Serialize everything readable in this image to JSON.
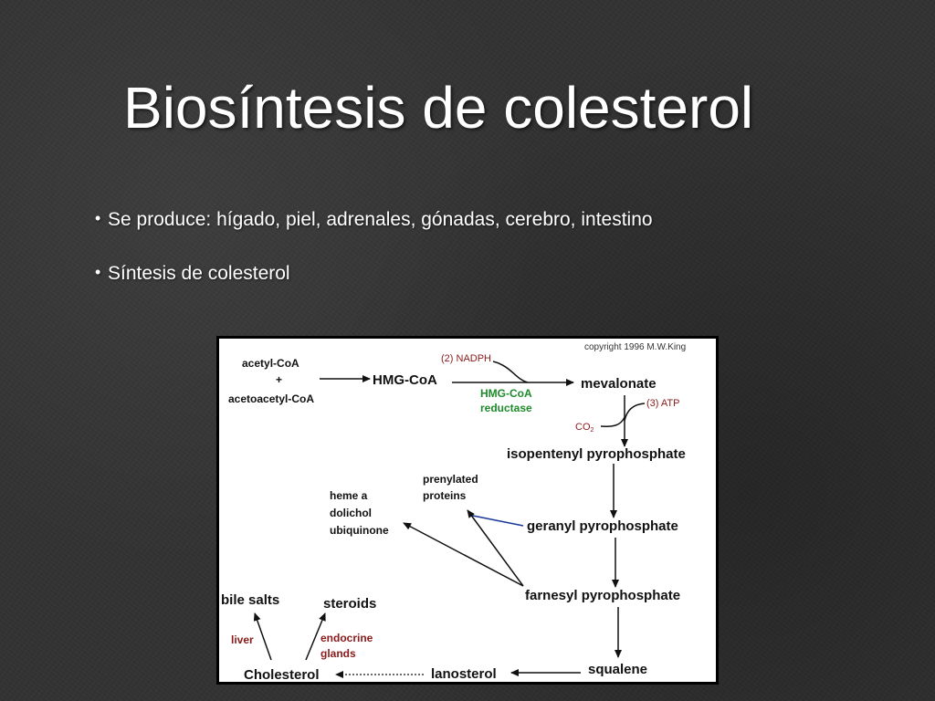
{
  "slide": {
    "title": "Biosíntesis de colesterol",
    "bullets": [
      "Se produce: hígado, piel, adrenales, gónadas, cerebro, intestino",
      "Síntesis de colesterol"
    ]
  },
  "figure": {
    "copyright": "copyright 1996 M.W.King",
    "labels": {
      "acetyl_coa": "acetyl-CoA",
      "plus": "+",
      "acetoacetyl_coa": "acetoacetyl-CoA",
      "hmg_coa": "HMG-CoA",
      "nadph": "(2) NADPH",
      "hmg_reductase_1": "HMG-CoA",
      "hmg_reductase_2": "reductase",
      "mevalonate": "mevalonate",
      "atp": "(3) ATP",
      "co2": "CO",
      "co2_sub": "2",
      "ipp": "isopentenyl pyrophosphate",
      "prenylated_1": "prenylated",
      "prenylated_2": "proteins",
      "heme": "heme a",
      "dolichol": "dolichol",
      "ubiquinone": "ubiquinone",
      "geranyl": "geranyl pyrophosphate",
      "farnesyl": "farnesyl pyrophosphate",
      "bile_salts": "bile salts",
      "steroids": "steroids",
      "liver": "liver",
      "endocrine_1": "endocrine",
      "endocrine_2": "glands",
      "cholesterol": "Cholesterol",
      "lanosterol": "lanosterol",
      "squalene": "squalene"
    },
    "colors": {
      "enzyme": "#1e8a2a",
      "tissue": "#8b1a1a",
      "prenylation_arrow": "#1a3a9a"
    }
  }
}
